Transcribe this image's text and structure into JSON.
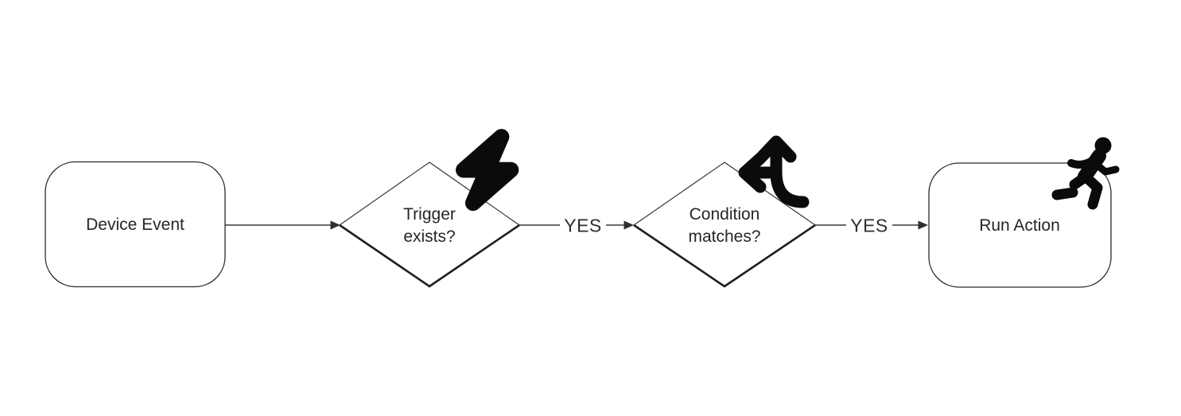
{
  "diagram": {
    "type": "flowchart",
    "direction": "left-to-right",
    "background_color": "#ffffff",
    "stroke_color": "#2a2a2a",
    "text_color": "#262626",
    "icon_color": "#0b0b0b",
    "nodes": [
      {
        "id": "device-event",
        "shape": "rounded-rectangle",
        "label": "Device Event",
        "icon": ""
      },
      {
        "id": "trigger-exists",
        "shape": "diamond",
        "label": "Trigger exists?",
        "icon": "lightning-bolt-icon"
      },
      {
        "id": "condition-matches",
        "shape": "diamond",
        "label": "Condition matches?",
        "icon": "split-arrows-icon"
      },
      {
        "id": "run-action",
        "shape": "rounded-rectangle",
        "label": "Run Action",
        "icon": "person-running-icon"
      }
    ],
    "edges": [
      {
        "from": "device-event",
        "to": "trigger-exists",
        "label": ""
      },
      {
        "from": "trigger-exists",
        "to": "condition-matches",
        "label": "YES"
      },
      {
        "from": "condition-matches",
        "to": "run-action",
        "label": "YES"
      }
    ]
  }
}
